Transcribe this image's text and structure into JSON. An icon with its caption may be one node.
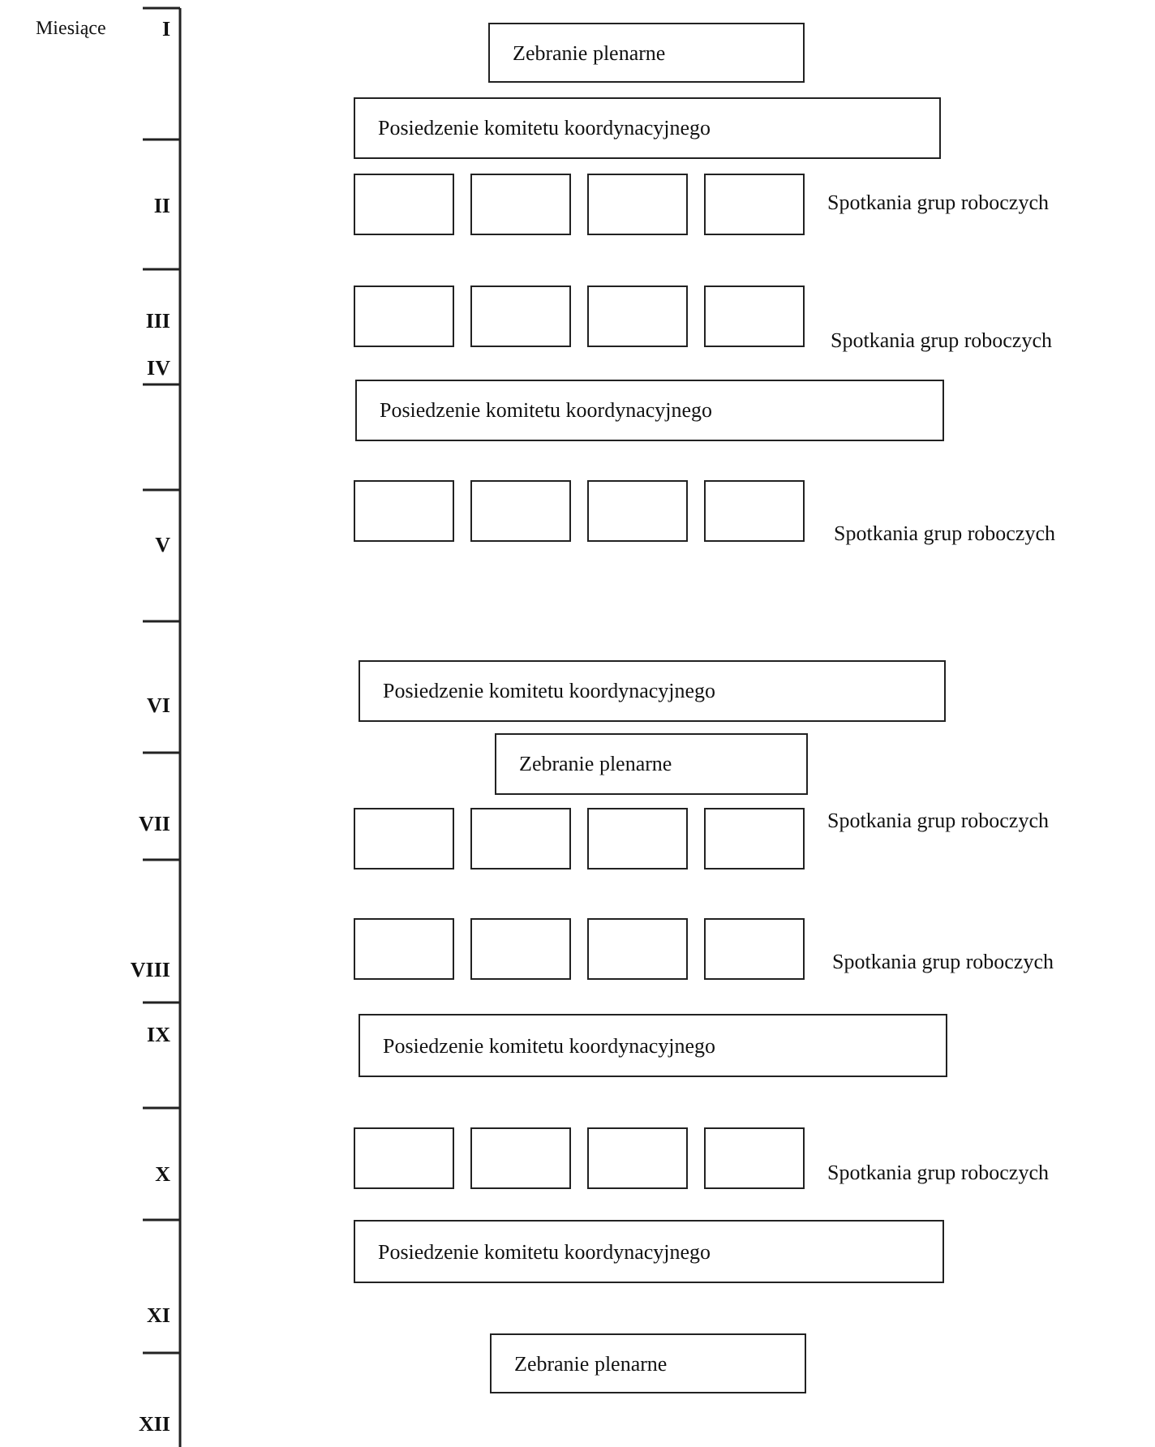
{
  "diagram": {
    "nodes": [
      {
        "text": [
          "Zebranie plenarne"
        ]
      },
      {
        "text": [
          "Posiedzenie komitetu koordynacyjnego"
        ]
      },
      {
        "text": [],
        "shape": "box"
      },
      {
        "text": [],
        "shape": "box"
      },
      {
        "text": [],
        "shape": "box"
      },
      {
        "text": [],
        "shape": "box"
      },
      {
        "text": [],
        "shape": "box"
      },
      {
        "text": [],
        "shape": "box"
      },
      {
        "text": [],
        "shape": "box"
      },
      {
        "text": [],
        "shape": "box"
      },
      {
        "text": [
          "Posiedzenie komitetu koordynacyjnego"
        ]
      },
      {
        "text": [],
        "shape": "box"
      },
      {
        "text": [],
        "shape": "box"
      },
      {
        "text": [],
        "shape": "box"
      },
      {
        "text": [],
        "shape": "box"
      },
      {
        "text": [
          "Posiedzenie komitetu koordynacyjnego"
        ]
      },
      {
        "text": [
          "Zebranie plenarne"
        ]
      },
      {
        "text": [],
        "shape": "box"
      },
      {
        "text": [],
        "shape": "box"
      },
      {
        "text": [],
        "shape": "box"
      },
      {
        "text": [],
        "shape": "box"
      },
      {
        "text": [],
        "shape": "box"
      },
      {
        "text": [],
        "shape": "box"
      },
      {
        "text": [],
        "shape": "box"
      },
      {
        "text": [],
        "shape": "box"
      },
      {
        "text": [
          "Posiedzenie komitetu koordynacyjnego"
        ]
      },
      {
        "text": [],
        "shape": "box"
      },
      {
        "text": [],
        "shape": "box"
      },
      {
        "text": [],
        "shape": "box"
      },
      {
        "text": [],
        "shape": "box"
      },
      {
        "text": [
          "Posiedzenie komitetu koordynacyjnego"
        ]
      },
      {
        "text": [
          "Zebranie plenarne"
        ]
      }
    ],
    "labels": [
      "Miesiące",
      "I",
      "II",
      "Spotkania grup roboczych",
      "III",
      "Spotkania grup roboczych",
      "IV",
      "V",
      "Spotkania grup roboczych",
      "VI",
      "VII",
      "Spotkania grup roboczych",
      "VIII",
      "Spotkania grup roboczych",
      "IX",
      "X",
      "Spotkania grup roboczych",
      "XI",
      "XII"
    ]
  }
}
